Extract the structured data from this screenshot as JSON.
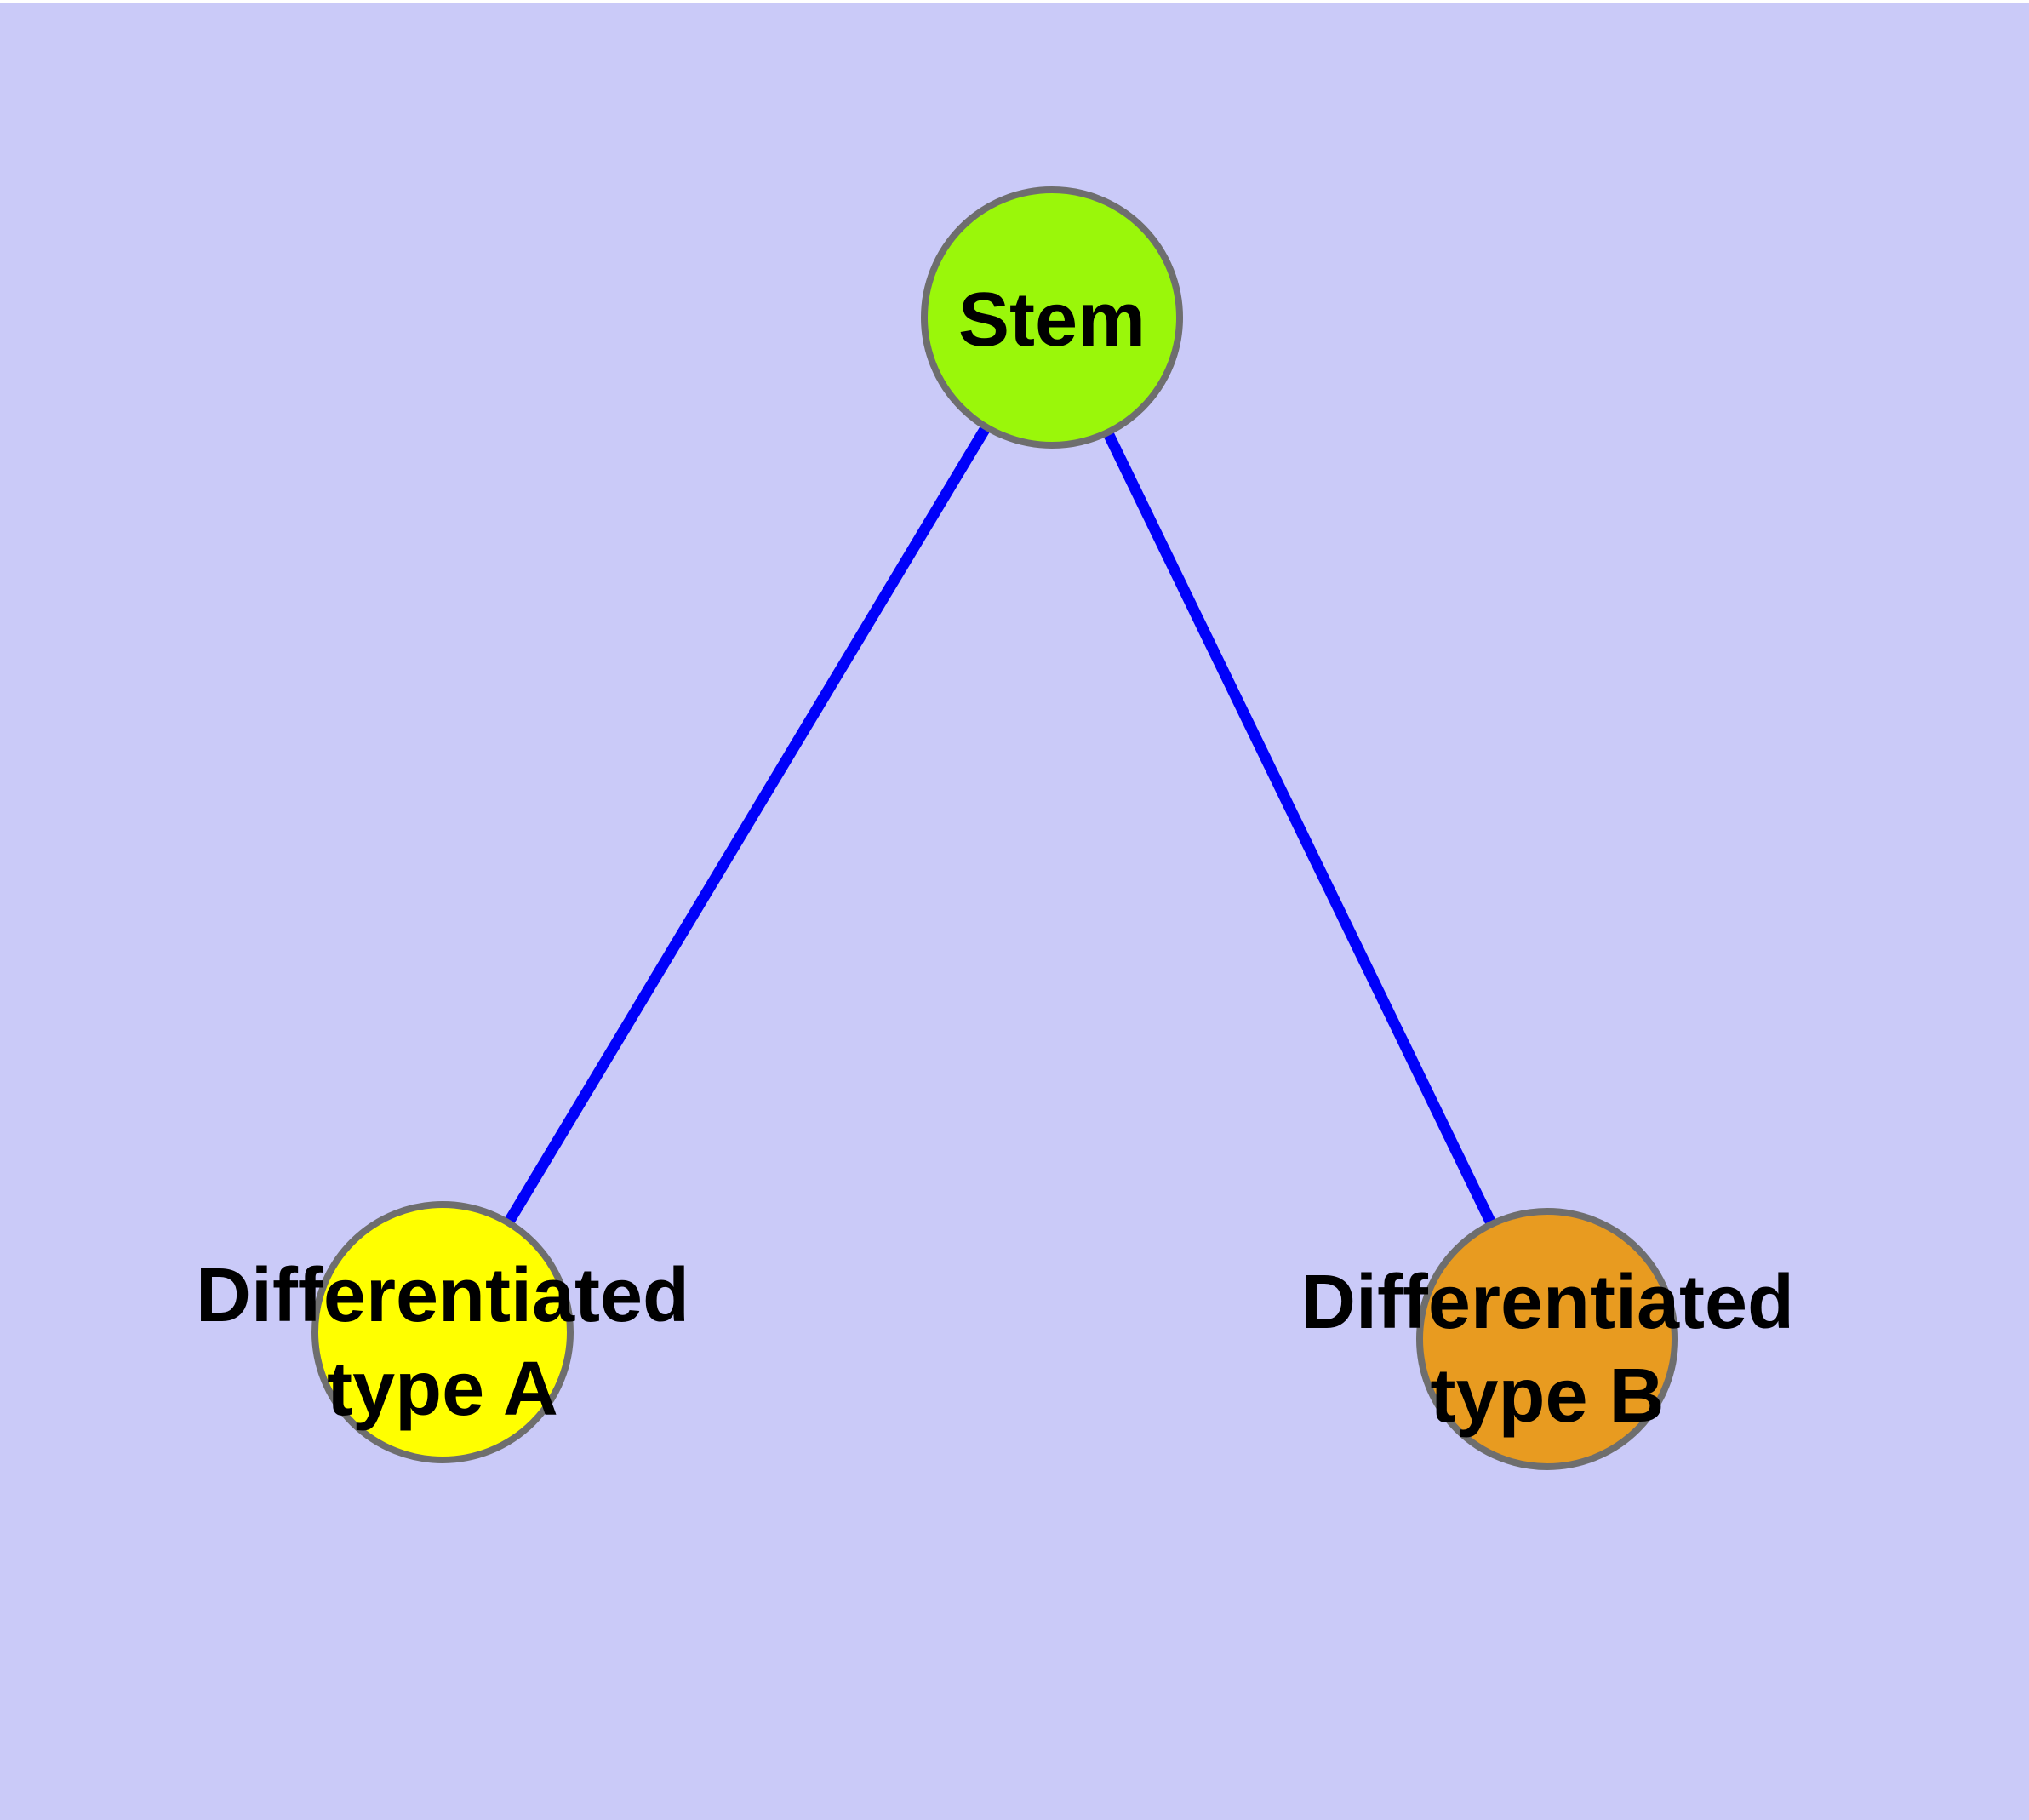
{
  "canvas": {
    "background_color": "#CACAF8",
    "top_margin_color": "#FFFFFF"
  },
  "graph": {
    "nodes": [
      {
        "id": "stem",
        "label": "Stem",
        "lines": [
          "Stem"
        ],
        "fill": "#9AF70A"
      },
      {
        "id": "differentiated-type-a",
        "label": "Differentiated type A",
        "lines": [
          "Differentiated",
          "type A"
        ],
        "fill": "#FFFF00"
      },
      {
        "id": "differentiated-type-b",
        "label": "Differentiated type B",
        "lines": [
          "Differentiated",
          "type B"
        ],
        "fill": "#E89B20"
      }
    ],
    "edges": [
      {
        "source": "stem",
        "target": "differentiated-type-a"
      },
      {
        "source": "stem",
        "target": "differentiated-type-b"
      }
    ],
    "style": {
      "node_border_color": "#6E6E6E",
      "edge_color": "#0000FA",
      "label_color": "#000000"
    }
  }
}
